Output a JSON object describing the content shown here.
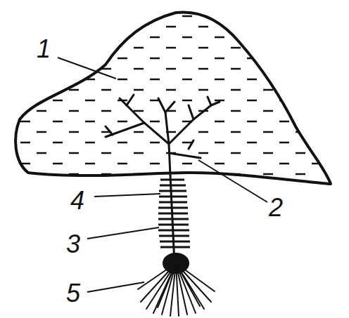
{
  "diagram": {
    "labels": [
      "1",
      "4",
      "2",
      "3",
      "5"
    ]
  }
}
